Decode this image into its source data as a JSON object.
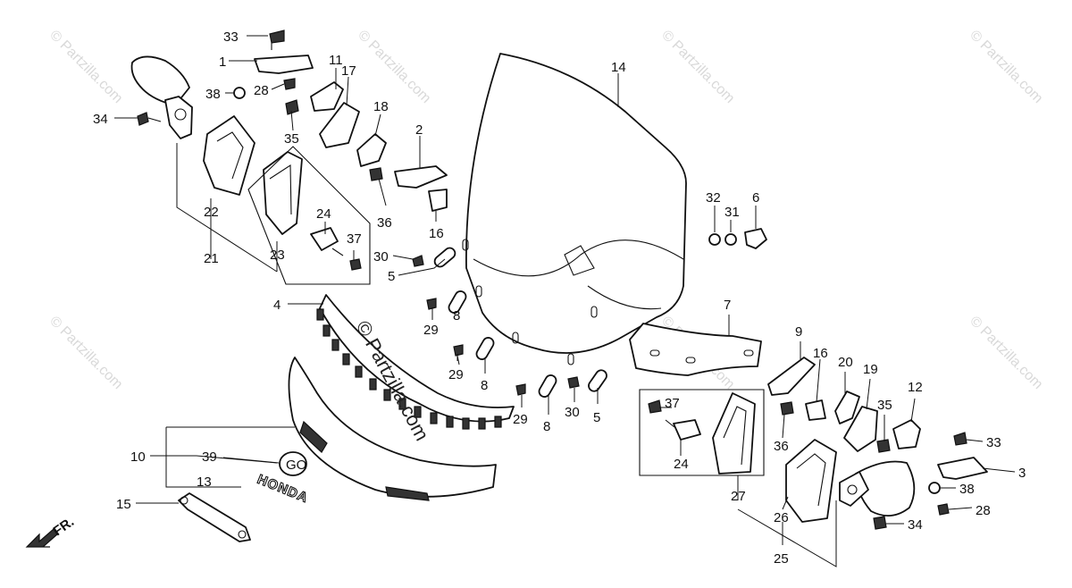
{
  "watermark": "© Partzilla.com",
  "stamp": "© Partzilla.com",
  "direction_label": "FR.",
  "emblem_text": "GO",
  "brand_lettering": "HONDA",
  "callouts": {
    "c33a": "33",
    "c1": "1",
    "c28a": "28",
    "c38a": "38",
    "c34a": "34",
    "c11": "11",
    "c17": "17",
    "c18": "18",
    "c35a": "35",
    "c22": "22",
    "c21": "21",
    "c23": "23",
    "c24a": "24",
    "c37a": "37",
    "c2": "2",
    "c36a": "36",
    "c16a": "16",
    "c14": "14",
    "c32": "32",
    "c31": "31",
    "c6": "6",
    "c30a": "30",
    "c5a": "5",
    "c4": "4",
    "c29a": "29",
    "c8a": "8",
    "c29b": "29",
    "c8b": "8",
    "c29c": "29",
    "c8c": "8",
    "c30b": "30",
    "c5b": "5",
    "c7": "7",
    "c10": "10",
    "c39": "39",
    "c13": "13",
    "c15": "15",
    "c9": "9",
    "c16b": "16",
    "c20": "20",
    "c19": "19",
    "c35b": "35",
    "c12": "12",
    "c37b": "37",
    "c24b": "24",
    "c27": "27",
    "c36b": "36",
    "c33b": "33",
    "c3": "3",
    "c38b": "38",
    "c28b": "28",
    "c34b": "34",
    "c26": "26",
    "c25": "25"
  }
}
